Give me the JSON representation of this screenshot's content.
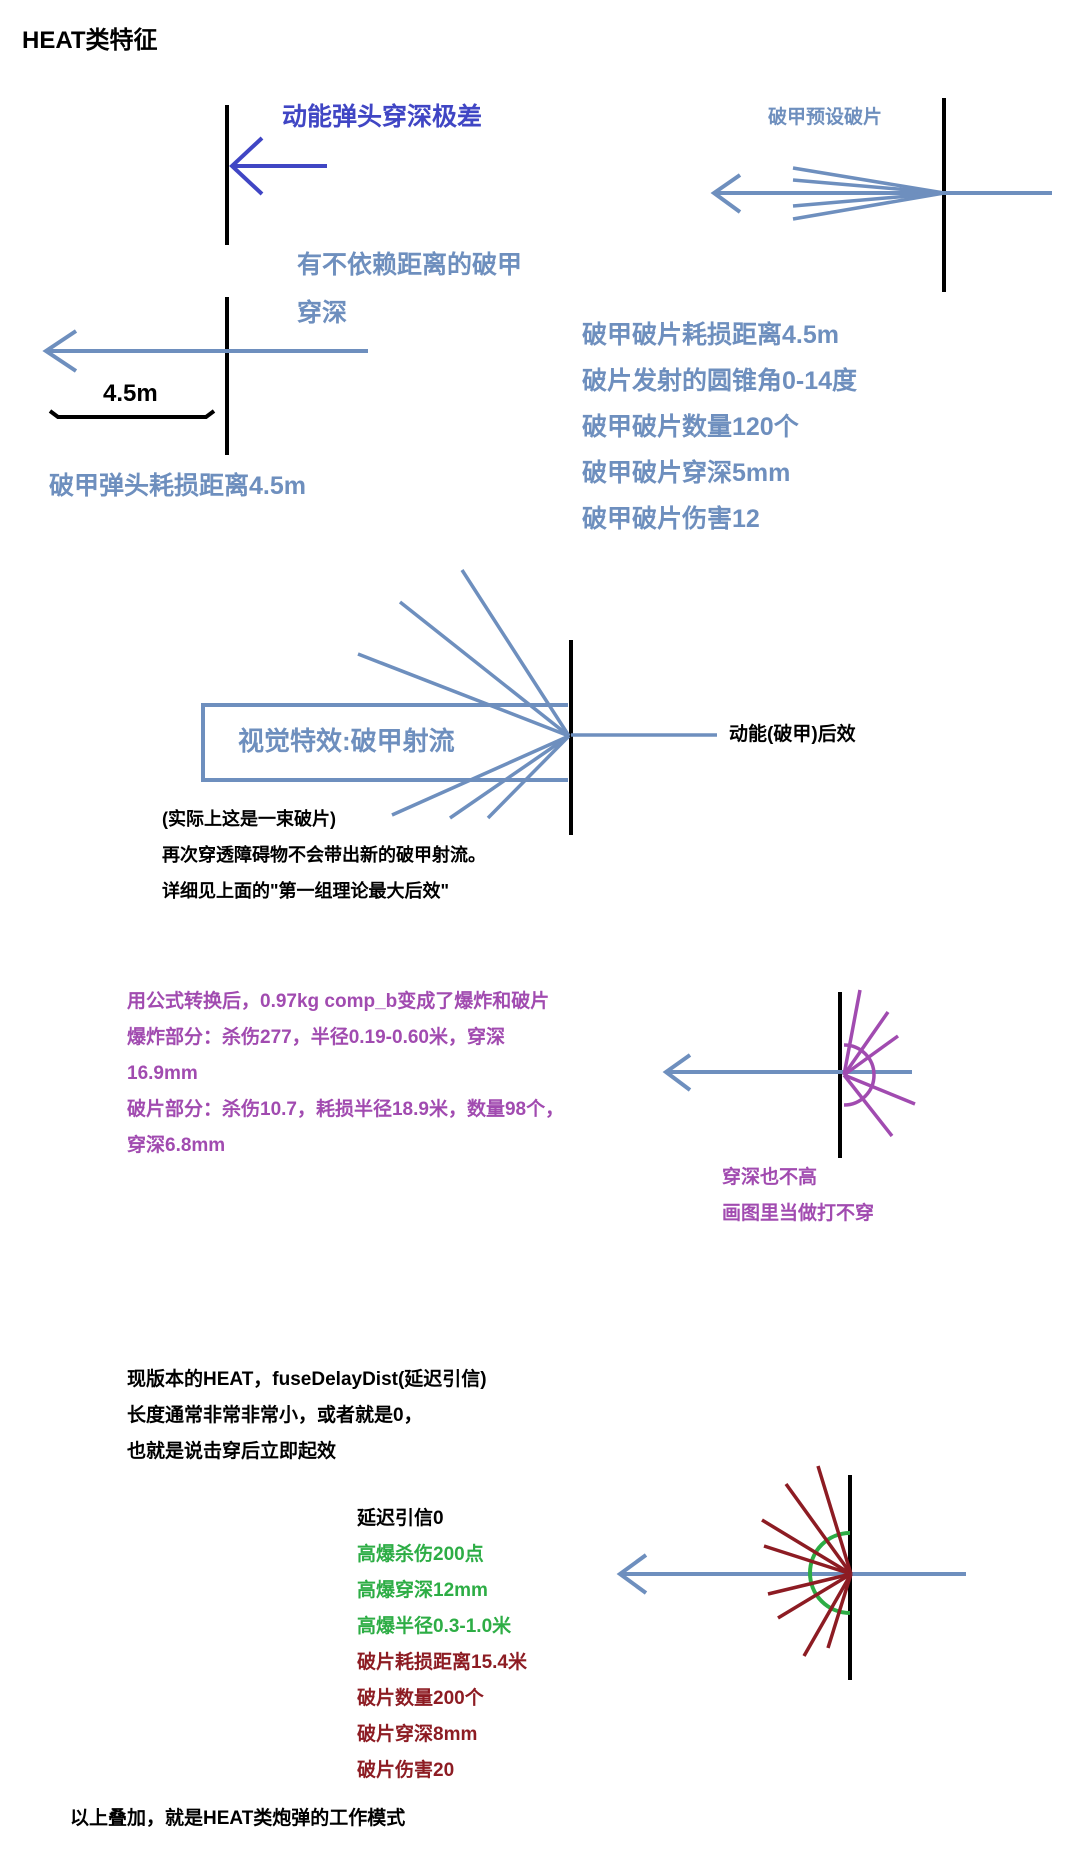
{
  "title": "HEAT类特征",
  "colors": {
    "black": "#000000",
    "steel_blue": "#6e8fbe",
    "indigo": "#4046c4",
    "purple": "#a14bb0",
    "green": "#2dad45",
    "dark_red": "#8d1c23"
  },
  "kinetic": {
    "label": "动能弹头穿深极差"
  },
  "preset_fragments": {
    "label": "破甲预设破片",
    "stats": [
      "破甲破片耗损距离4.5m",
      "破片发射的圆锥角0-14度",
      "破甲破片数量120个",
      "破甲破片穿深5mm",
      "破甲破片伤害12"
    ]
  },
  "distance_independent": {
    "label_line1": "有不依赖距离的破甲",
    "label_line2": "穿深",
    "measure": "4.5m",
    "loss_text": "破甲弹头耗损距离4.5m"
  },
  "jet": {
    "label": "视觉特效:破甲射流",
    "aftereffect": "动能(破甲)后效",
    "notes": [
      "(实际上这是一束破片)",
      "再次穿透障碍物不会带出新的破甲射流。",
      "详细见上面的\"第一组理论最大后效\""
    ]
  },
  "formula": {
    "lines": [
      "用公式转换后，0.97kg comp_b变成了爆炸和破片",
      "爆炸部分：杀伤277，半径0.19-0.60米，穿深",
      "16.9mm",
      "破片部分：杀伤10.7，耗损半径18.9米，数量98个，",
      "穿深6.8mm"
    ],
    "remark_line1": "穿深也不高",
    "remark_line2": "画图里当做打不穿"
  },
  "current_version": {
    "lines": [
      "现版本的HEAT，fuseDelayDist(延迟引信)",
      "长度通常非常非常小，或者就是0，",
      "也就是说击穿后立即起效"
    ],
    "fuse": "延迟引信0",
    "he_stats": [
      "高爆杀伤200点",
      "高爆穿深12mm",
      "高爆半径0.3-1.0米"
    ],
    "frag_stats": [
      "破片耗损距离15.4米",
      "破片数量200个",
      "破片穿深8mm",
      "破片伤害20"
    ]
  },
  "footer": "以上叠加，就是HEAT类炮弹的工作模式"
}
